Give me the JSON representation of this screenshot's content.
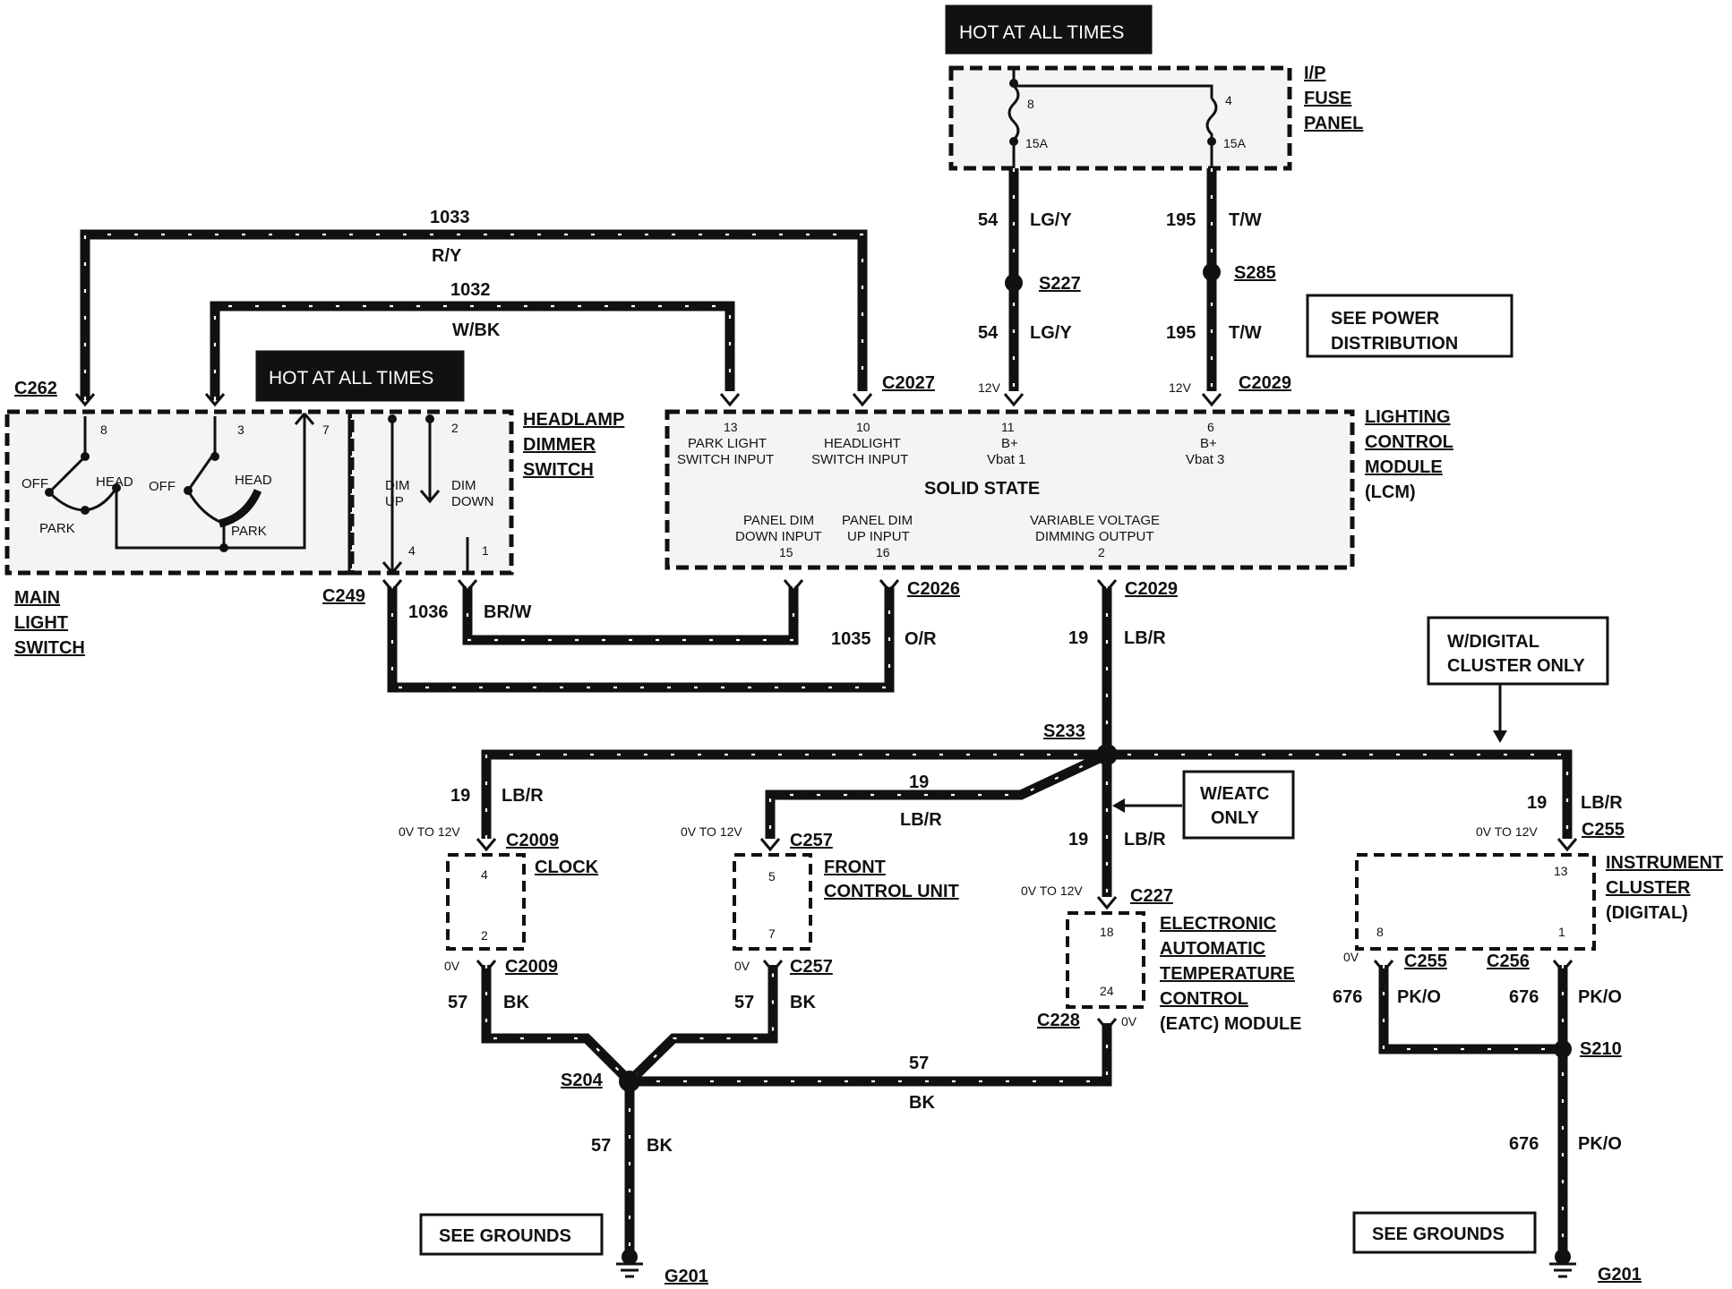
{
  "fuse_panel": {
    "hot_label": "HOT AT ALL TIMES",
    "title_1": "I/P",
    "title_2": "FUSE",
    "title_3": "PANEL",
    "fuse_a_num": "8",
    "fuse_a_amp": "15A",
    "fuse_b_num": "4",
    "fuse_b_amp": "15A"
  },
  "wires": {
    "w1033_num": "1033",
    "w1033_color": "R/Y",
    "w1032_num": "1032",
    "w1032_color": "W/BK",
    "w54_num_a": "54",
    "w54_color_a": "LG/Y",
    "w54_num_b": "54",
    "w54_color_b": "LG/Y",
    "w195_num_a": "195",
    "w195_color_a": "T/W",
    "w195_num_b": "195",
    "w195_color_b": "T/W",
    "w1036_num": "1036",
    "w1036_color": "BR/W",
    "w1035_num": "1035",
    "w1035_color": "O/R",
    "w19_main_num": "19",
    "w19_main_color": "LB/R",
    "w19_clock_num": "19",
    "w19_clock_color": "LB/R",
    "w19_fcu_num": "19",
    "w19_fcu_color": "LB/R",
    "w19_eatc_num": "19",
    "w19_eatc_color": "LB/R",
    "w19_ic_num": "19",
    "w19_ic_color": "LB/R",
    "w57_clock_num": "57",
    "w57_clock_color": "BK",
    "w57_fcu_num": "57",
    "w57_fcu_color": "BK",
    "w57_eatc_num": "57",
    "w57_eatc_color": "BK",
    "w57_gnd_num": "57",
    "w57_gnd_color": "BK",
    "w676_a_num": "676",
    "w676_a_color": "PK/O",
    "w676_b_num": "676",
    "w676_b_color": "PK/O",
    "w676_c_num": "676",
    "w676_c_color": "PK/O"
  },
  "splices": {
    "s227": "S227",
    "s285": "S285",
    "s233": "S233",
    "s204": "S204",
    "s210": "S210"
  },
  "connectors": {
    "c262": "C262",
    "c249": "C249",
    "c2027": "C2027",
    "c2029_top": "C2029",
    "c2026": "C2026",
    "c2029_bottom": "C2029",
    "c2009_top": "C2009",
    "c2009_bottom": "C2009",
    "c257_top": "C257",
    "c257_bottom": "C257",
    "c227": "C227",
    "c228": "C228",
    "c255_top": "C255",
    "c255_bottom": "C255",
    "c256": "C256"
  },
  "voltages": {
    "v12_a": "12V",
    "v12_b": "12V",
    "clock_range": "0V TO 12V",
    "fcu_range": "0V TO 12V",
    "eatc_range": "0V TO 12V",
    "ic_range": "0V TO 12V",
    "clock_0v": "0V",
    "fcu_0v": "0V",
    "eatc_0v": "0V",
    "ic_0v": "0V"
  },
  "main_light_switch": {
    "title_1": "MAIN",
    "title_2": "LIGHT",
    "title_3": "SWITCH",
    "pin8": "8",
    "pin3": "3",
    "pin7": "7",
    "off_1": "OFF",
    "head_1": "HEAD",
    "park_1": "PARK",
    "off_2": "OFF",
    "head_2": "HEAD",
    "park_2": "PARK"
  },
  "dimmer": {
    "hot_label": "HOT AT ALL TIMES",
    "title_1": "HEADLAMP",
    "title_2": "DIMMER",
    "title_3": "SWITCH",
    "pin2": "2",
    "pin4": "4",
    "pin1": "1",
    "dim_up_1": "DIM",
    "dim_up_2": "UP",
    "dim_down_1": "DIM",
    "dim_down_2": "DOWN"
  },
  "lcm": {
    "title_1": "LIGHTING",
    "title_2": "CONTROL",
    "title_3": "MODULE",
    "title_4": "(LCM)",
    "solid_state": "SOLID STATE",
    "pin13": "13",
    "pin13_l1": "PARK LIGHT",
    "pin13_l2": "SWITCH INPUT",
    "pin10": "10",
    "pin10_l1": "HEADLIGHT",
    "pin10_l2": "SWITCH INPUT",
    "pin11": "11",
    "pin11_l1": "B+",
    "pin11_l2": "Vbat 1",
    "pin6": "6",
    "pin6_l1": "B+",
    "pin6_l2": "Vbat 3",
    "pin15_l1": "PANEL DIM",
    "pin15_l2": "DOWN INPUT",
    "pin15": "15",
    "pin16_l1": "PANEL DIM",
    "pin16_l2": "UP INPUT",
    "pin16": "16",
    "pin2_l1": "VARIABLE VOLTAGE",
    "pin2_l2": "DIMMING OUTPUT",
    "pin2": "2"
  },
  "notes": {
    "see_power_1": "SEE POWER",
    "see_power_2": "DISTRIBUTION",
    "digital_only_1": "W/DIGITAL",
    "digital_only_2": "CLUSTER ONLY",
    "eatc_only_1": "W/EATC",
    "eatc_only_2": "ONLY",
    "see_grounds_left": "SEE GROUNDS",
    "see_grounds_right": "SEE GROUNDS"
  },
  "clock": {
    "title": "CLOCK",
    "pin4": "4",
    "pin2": "2"
  },
  "fcu": {
    "title_1": "FRONT",
    "title_2": "CONTROL UNIT",
    "pin5": "5",
    "pin7": "7"
  },
  "eatc": {
    "title_1": "ELECTRONIC",
    "title_2": "AUTOMATIC",
    "title_3": "TEMPERATURE",
    "title_4": "CONTROL",
    "title_5": "(EATC) MODULE",
    "pin18": "18",
    "pin24": "24"
  },
  "cluster": {
    "title_1": "INSTRUMENT",
    "title_2": "CLUSTER",
    "title_3": "(DIGITAL)",
    "pin13": "13",
    "pin8": "8",
    "pin1": "1"
  },
  "grounds": {
    "g201_left": "G201",
    "g201_right": "G201"
  }
}
